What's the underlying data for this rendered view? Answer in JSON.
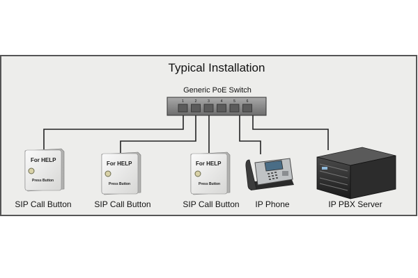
{
  "diagram": {
    "title": "Typical Installation",
    "switch": {
      "label": "Generic PoE Switch",
      "ports": [
        "1",
        "2",
        "3",
        "4",
        "5",
        "6"
      ]
    },
    "devices": [
      {
        "label": "SIP Call Button",
        "icon": "sip-call-button-icon",
        "panel_top": "For HELP",
        "panel_bottom": "Press Button"
      },
      {
        "label": "SIP Call Button",
        "icon": "sip-call-button-icon",
        "panel_top": "For HELP",
        "panel_bottom": "Press Button"
      },
      {
        "label": "SIP Call Button",
        "icon": "sip-call-button-icon",
        "panel_top": "For HELP",
        "panel_bottom": "Press Button"
      },
      {
        "label": "IP Phone",
        "icon": "ip-phone-icon"
      },
      {
        "label": "IP PBX Server",
        "icon": "server-icon"
      }
    ],
    "colors": {
      "panel_bg": "#ededeb",
      "frame": "#555555",
      "line": "#222222"
    }
  }
}
